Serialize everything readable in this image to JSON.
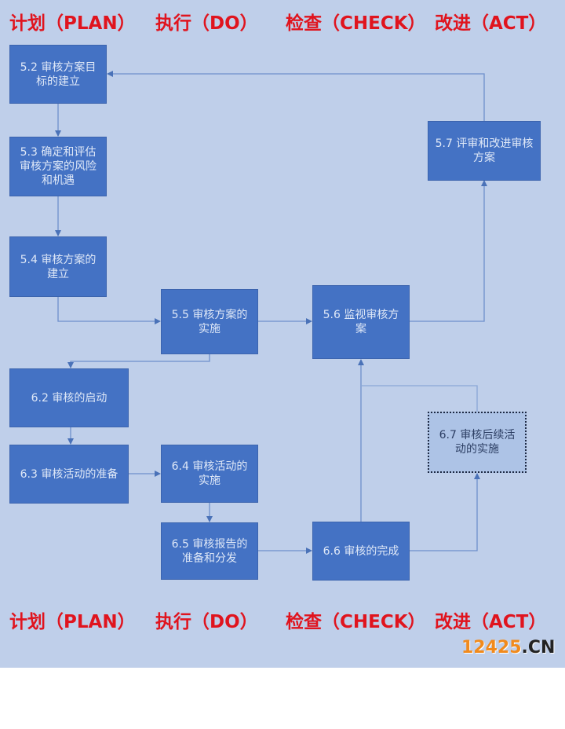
{
  "header": {
    "plan": "计划（PLAN）",
    "do": "执行（DO）",
    "check": "检查（CHECK）",
    "act": "改进（ACT）"
  },
  "footer": {
    "plan": "计划（PLAN）",
    "do": "执行（DO）",
    "check": "检查（CHECK）",
    "act": "改进（ACT）"
  },
  "boxes": {
    "b52": "5.2 审核方案目标的建立",
    "b53": "5.3 确定和评估审核方案的风险和机遇",
    "b54": "5.4 审核方案的建立",
    "b55": "5.5 审核方案的实施",
    "b56": "5.6 监视审核方案",
    "b57": "5.7 评审和改进审核方案",
    "b62": "6.2 审核的启动",
    "b63": "6.3 审核活动的准备",
    "b64": "6.4 审核活动的实施",
    "b65": "6.5 审核报告的准备和分发",
    "b66": "6.6 审核的完成",
    "b67": "6.7 审核后续活动的实施"
  },
  "watermark": {
    "num": "12425",
    "suffix": ".CN"
  },
  "colors": {
    "background": "#bfcfea",
    "box": "#4472c4",
    "heading": "#e0141e",
    "connector": "#4a72b8"
  }
}
